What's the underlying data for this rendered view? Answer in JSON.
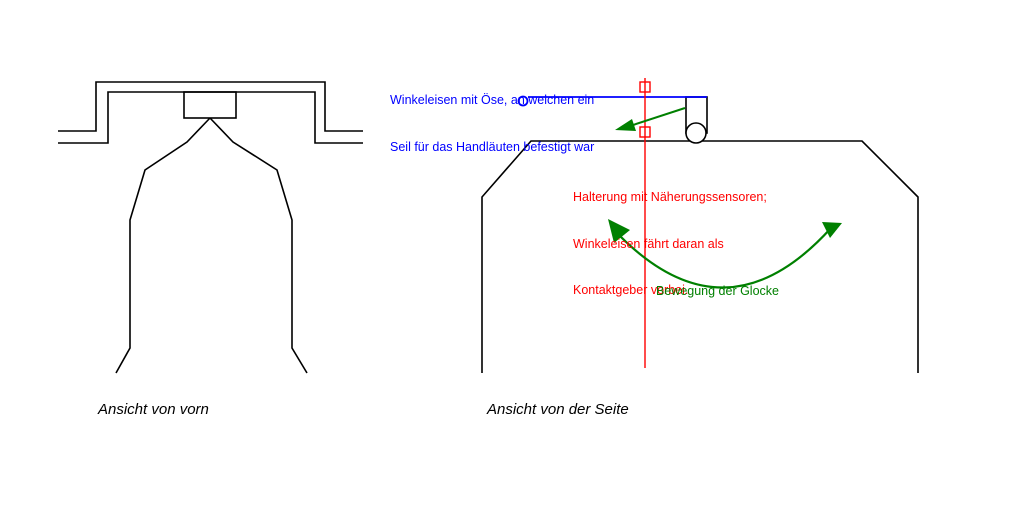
{
  "front_view": {
    "caption": "Ansicht von vorn"
  },
  "side_view": {
    "caption": "Ansicht von der Seite",
    "angle_bar_label": {
      "line1": "Winkeleisen mit Öse, an welchen ein",
      "line2": "Seil für das Handläuten befestigt war"
    },
    "sensor_label": {
      "line1": "Halterung mit Näherungssensoren;",
      "line2": "Winkeleisen fährt daran als",
      "line3": "Kontaktgeber vorbei."
    },
    "motion_label": "Bewegung der Glocke"
  },
  "colors": {
    "outline": "#000000",
    "angle_bar": "#0000ff",
    "sensor": "#ff0000",
    "motion": "#008000"
  }
}
